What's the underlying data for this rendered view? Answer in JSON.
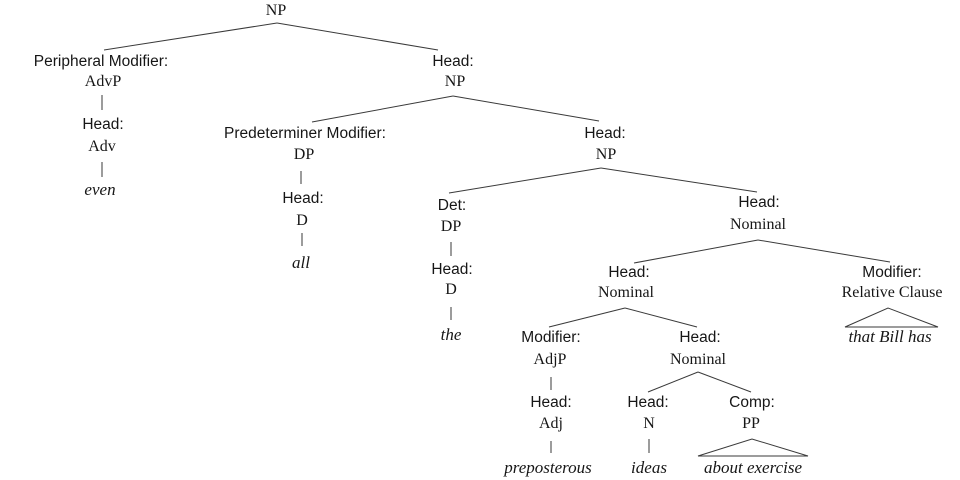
{
  "colors": {
    "background": "#ffffff",
    "text": "#161616",
    "line": "#3a3a3a"
  },
  "tree": {
    "root": {
      "category": "NP"
    },
    "nodes": {
      "peripheral_modifier": {
        "function": "Peripheral Modifier:",
        "category": "AdvP"
      },
      "advp_head": {
        "function": "Head:",
        "category": "Adv",
        "terminal": "even"
      },
      "np_head1": {
        "function": "Head:",
        "category": "NP"
      },
      "predeterminer_modifier": {
        "function": "Predeterminer Modifier:",
        "category": "DP"
      },
      "dp_head1": {
        "function": "Head:",
        "category": "D",
        "terminal": "all"
      },
      "np_head2": {
        "function": "Head:",
        "category": "NP"
      },
      "determiner": {
        "function": "Det:",
        "category": "DP"
      },
      "dp_head2": {
        "function": "Head:",
        "category": "D",
        "terminal": "the"
      },
      "nominal_head1": {
        "function": "Head:",
        "category": "Nominal"
      },
      "nominal_head2": {
        "function": "Head:",
        "category": "Nominal"
      },
      "relative_clause_modifier": {
        "function": "Modifier:",
        "category": "Relative Clause",
        "terminal": "that Bill has",
        "triangle": true
      },
      "adjp_modifier": {
        "function": "Modifier:",
        "category": "AdjP"
      },
      "adj_head": {
        "function": "Head:",
        "category": "Adj",
        "terminal": "preposterous"
      },
      "nominal_head3": {
        "function": "Head:",
        "category": "Nominal"
      },
      "n_head": {
        "function": "Head:",
        "category": "N",
        "terminal": "ideas"
      },
      "pp_comp": {
        "function": "Comp:",
        "category": "PP",
        "terminal": "about exercise",
        "triangle": true
      }
    },
    "edges": [
      "root>peripheral_modifier",
      "root>np_head1",
      "peripheral_modifier>advp_head",
      "np_head1>predeterminer_modifier",
      "np_head1>np_head2",
      "predeterminer_modifier>dp_head1",
      "np_head2>determiner",
      "np_head2>nominal_head1",
      "determiner>dp_head2",
      "nominal_head1>nominal_head2",
      "nominal_head1>relative_clause_modifier",
      "nominal_head2>adjp_modifier",
      "nominal_head2>nominal_head3",
      "nominal_head3>n_head",
      "nominal_head3>pp_comp"
    ]
  }
}
